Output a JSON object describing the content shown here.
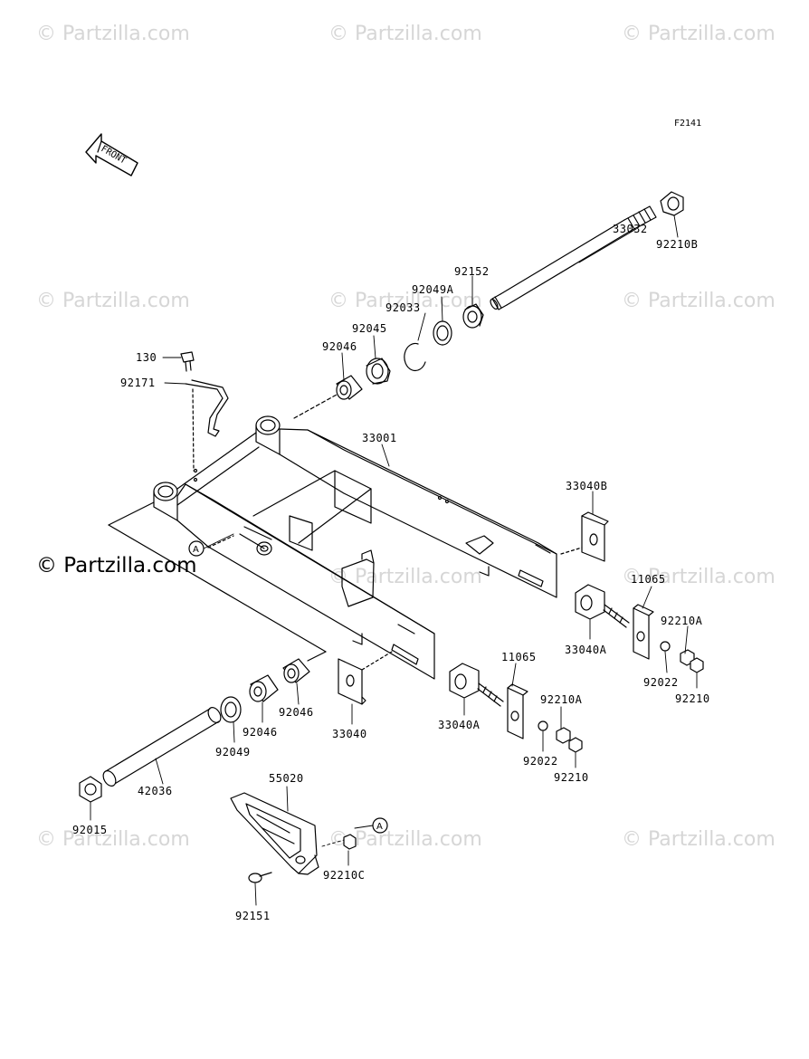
{
  "watermark": "© Partzilla.com",
  "diagram_code": "F2141",
  "front_label": "FRONT",
  "reference_marker": "A",
  "parts": {
    "p33032": "33032",
    "p92210B": "92210B",
    "p92152": "92152",
    "p92049A": "92049A",
    "p92033": "92033",
    "p92045": "92045",
    "p92046_top": "92046",
    "p130": "130",
    "p92171": "92171",
    "p33001": "33001",
    "p33040B": "33040B",
    "p11065_right": "11065",
    "p92210A_right": "92210A",
    "p33040A_right": "33040A",
    "p92022_right": "92022",
    "p92210_right": "92210",
    "p11065_left": "11065",
    "p92210A_left": "92210A",
    "p33040A_left": "33040A",
    "p92022_left": "92022",
    "p92210_left": "92210",
    "p33040": "33040",
    "p92046_mid": "92046",
    "p92046_low": "92046",
    "p92049": "92049",
    "p42036": "42036",
    "p92015": "92015",
    "p55020": "55020",
    "p92210C": "92210C",
    "p92151": "92151"
  }
}
